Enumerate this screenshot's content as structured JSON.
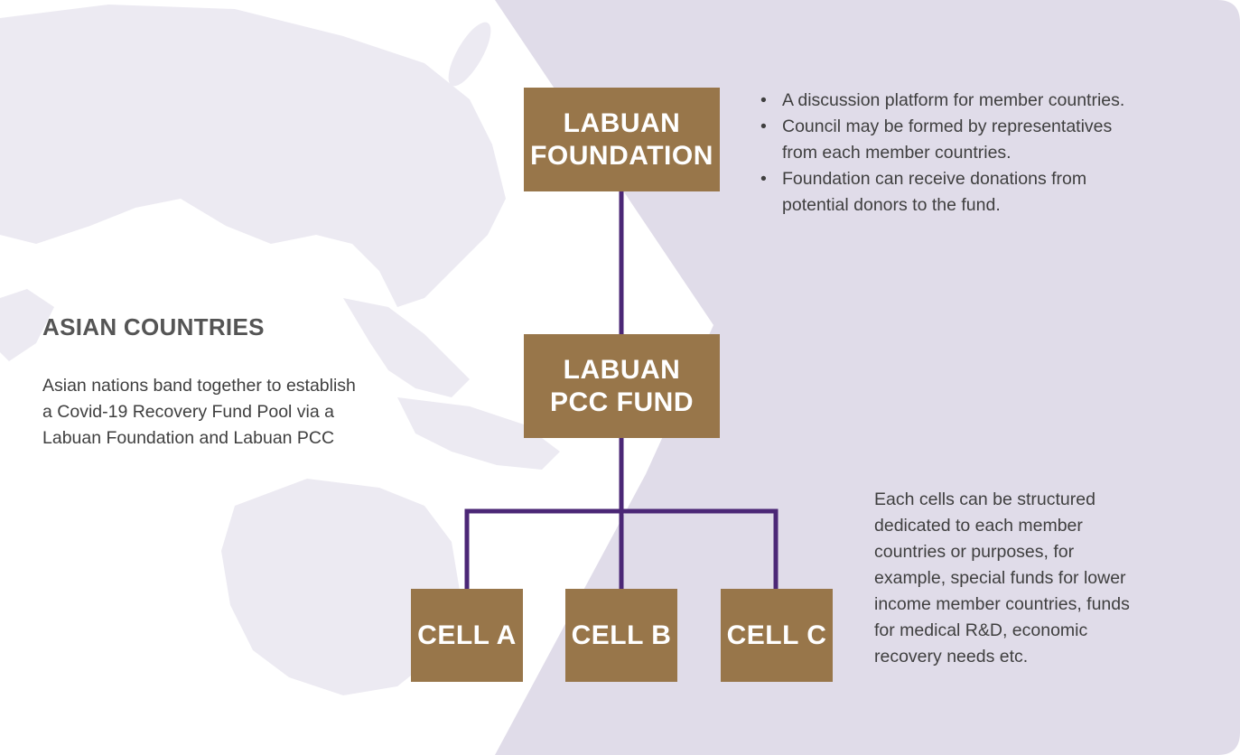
{
  "colors": {
    "panel": "#e0dce9",
    "box": "#98764a",
    "box_text": "#ffffff",
    "connector": "#4b2776",
    "map": "#eceaf2",
    "text": "#3f3f3f",
    "heading": "#555555"
  },
  "left": {
    "heading": "ASIAN COUNTRIES",
    "description_lines": [
      "Asian nations band together to establish",
      "a Covid-19 Recovery Fund Pool via a",
      "Labuan Foundation and Labuan PCC"
    ]
  },
  "boxes": {
    "foundation": {
      "lines": [
        "LABUAN",
        "FOUNDATION"
      ]
    },
    "pcc_fund": {
      "lines": [
        "LABUAN",
        "PCC FUND"
      ]
    },
    "cell_a": "CELL A",
    "cell_b": "CELL B",
    "cell_c": "CELL C"
  },
  "foundation_notes": [
    {
      "lines": [
        "A discussion platform for member countries."
      ]
    },
    {
      "lines": [
        "Council may be formed by representatives",
        "from each member countries."
      ]
    },
    {
      "lines": [
        "Foundation can receive donations from",
        "potential donors to the fund."
      ]
    }
  ],
  "bullet_symbol": "•",
  "cells_note_lines": [
    "Each cells can be structured",
    "dedicated to each member",
    "countries or purposes, for",
    "example, special funds for lower",
    "income member countries, funds",
    "for medical R&D,  economic",
    "recovery needs etc."
  ]
}
